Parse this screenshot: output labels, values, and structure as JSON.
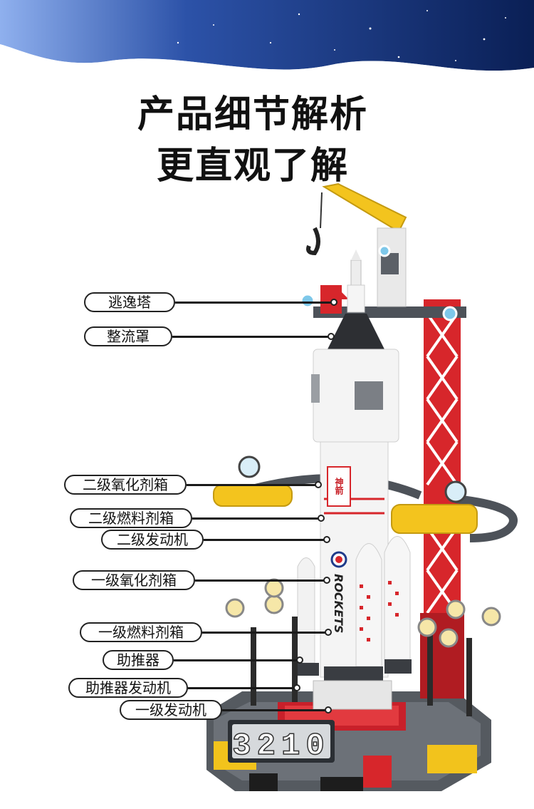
{
  "headline": {
    "line1": "产品细节解析",
    "line2": "更直观了解"
  },
  "countdown_display": "3210",
  "rocket_text": {
    "vertical_label": "ROCKETS",
    "emblem_text": "神箭"
  },
  "callouts": [
    {
      "id": "escape-tower",
      "label": "逃逸塔"
    },
    {
      "id": "fairing",
      "label": "整流罩"
    },
    {
      "id": "stage2-oxidizer-tank",
      "label": "二级氧化剂箱"
    },
    {
      "id": "stage2-fuel-tank",
      "label": "二级燃料剂箱"
    },
    {
      "id": "stage2-engine",
      "label": "二级发动机"
    },
    {
      "id": "stage1-oxidizer-tank",
      "label": "一级氧化剂箱"
    },
    {
      "id": "stage1-fuel-tank",
      "label": "一级燃料剂箱"
    },
    {
      "id": "booster",
      "label": "助推器"
    },
    {
      "id": "booster-engine",
      "label": "助推器发动机"
    },
    {
      "id": "stage1-engine",
      "label": "一级发动机"
    }
  ],
  "colors": {
    "banner_dark": "#0c2a6b",
    "banner_light": "#7da0e6",
    "tower_red": "#d7262b",
    "crane_yellow": "#f3c41e",
    "rocket_white": "#f4f4f4"
  }
}
